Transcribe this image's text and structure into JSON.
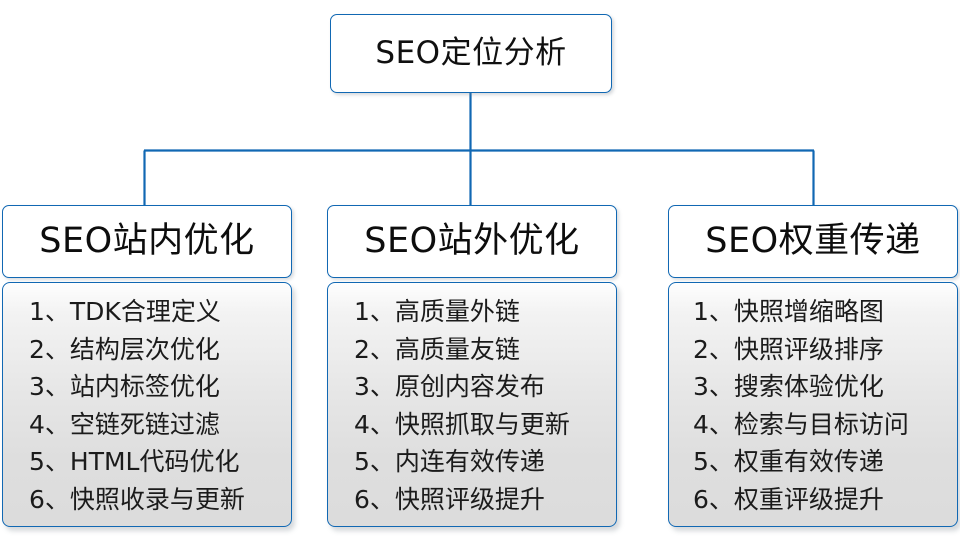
{
  "diagram": {
    "root": {
      "label": "SEO定位分析"
    },
    "line_color": "#1168b3",
    "box_border_color": "#1168b3",
    "header_background": "#ffffff",
    "list_background": "#e6e6e6",
    "columns": [
      {
        "header": "SEO站内优化",
        "items": [
          {
            "index": "1、",
            "text": "TDK合理定义"
          },
          {
            "index": "2、",
            "text": "结构层次优化"
          },
          {
            "index": "3、",
            "text": "站内标签优化"
          },
          {
            "index": "4、",
            "text": "空链死链过滤"
          },
          {
            "index": "5、",
            "text": "HTML代码优化"
          },
          {
            "index": "6、",
            "text": "快照收录与更新"
          }
        ]
      },
      {
        "header": "SEO站外优化",
        "items": [
          {
            "index": "1、",
            "text": "高质量外链"
          },
          {
            "index": "2、",
            "text": "高质量友链"
          },
          {
            "index": "3、",
            "text": "原创内容发布"
          },
          {
            "index": "4、",
            "text": "快照抓取与更新"
          },
          {
            "index": "5、",
            "text": "内连有效传递"
          },
          {
            "index": "6、",
            "text": "快照评级提升"
          }
        ]
      },
      {
        "header": "SEO权重传递",
        "items": [
          {
            "index": "1、",
            "text": "快照增缩略图"
          },
          {
            "index": "2、",
            "text": "快照评级排序"
          },
          {
            "index": "3、",
            "text": "搜索体验优化"
          },
          {
            "index": "4、",
            "text": "检索与目标访问"
          },
          {
            "index": "5、",
            "text": "权重有效传递"
          },
          {
            "index": "6、",
            "text": "权重评级提升"
          }
        ]
      }
    ]
  }
}
